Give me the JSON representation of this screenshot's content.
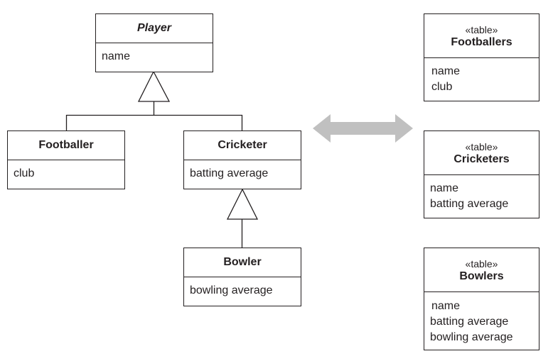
{
  "classes": {
    "player": {
      "name": "Player",
      "attributes": [
        "name"
      ]
    },
    "footballer": {
      "name": "Footballer",
      "attributes": [
        "club"
      ]
    },
    "cricketer": {
      "name": "Cricketer",
      "attributes": [
        "batting average"
      ]
    },
    "bowler": {
      "name": "Bowler",
      "attributes": [
        "bowling average"
      ]
    }
  },
  "tables": {
    "footballers": {
      "stereotype": "«table»",
      "name": "Footballers",
      "columns": [
        "name",
        "club"
      ]
    },
    "cricketers": {
      "stereotype": "«table»",
      "name": "Cricketers",
      "columns": [
        "name",
        "batting average"
      ]
    },
    "bowlers": {
      "stereotype": "«table»",
      "name": "Bowlers",
      "columns": [
        "name",
        "batting average",
        "bowling average"
      ]
    }
  },
  "colors": {
    "line": "#231f20",
    "arrow": "#c0c0c0"
  }
}
